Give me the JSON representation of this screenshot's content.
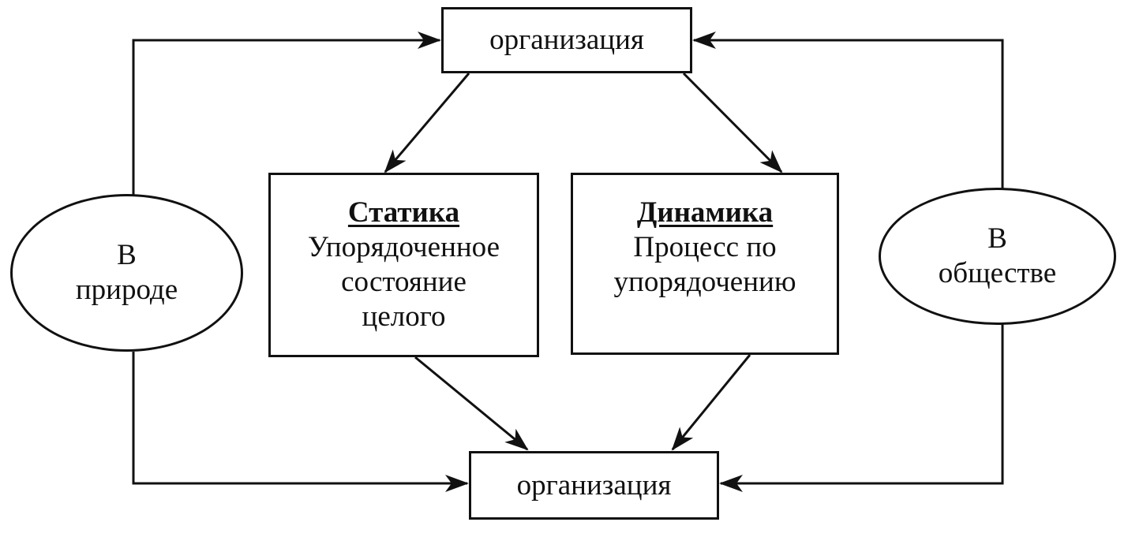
{
  "diagram": {
    "organization_top": "организация",
    "organization_bottom": "организация",
    "statics": {
      "title": "Статика",
      "lines": [
        "Упорядоченное",
        "состояние",
        "целого"
      ]
    },
    "dynamics": {
      "title": "Динамика",
      "lines": [
        "Процесс по",
        "упорядочению"
      ]
    },
    "in_nature": [
      "В",
      "природе"
    ],
    "in_society": [
      "В",
      "обществе"
    ]
  },
  "colors": {
    "stroke": "#111111",
    "background": "#ffffff"
  }
}
